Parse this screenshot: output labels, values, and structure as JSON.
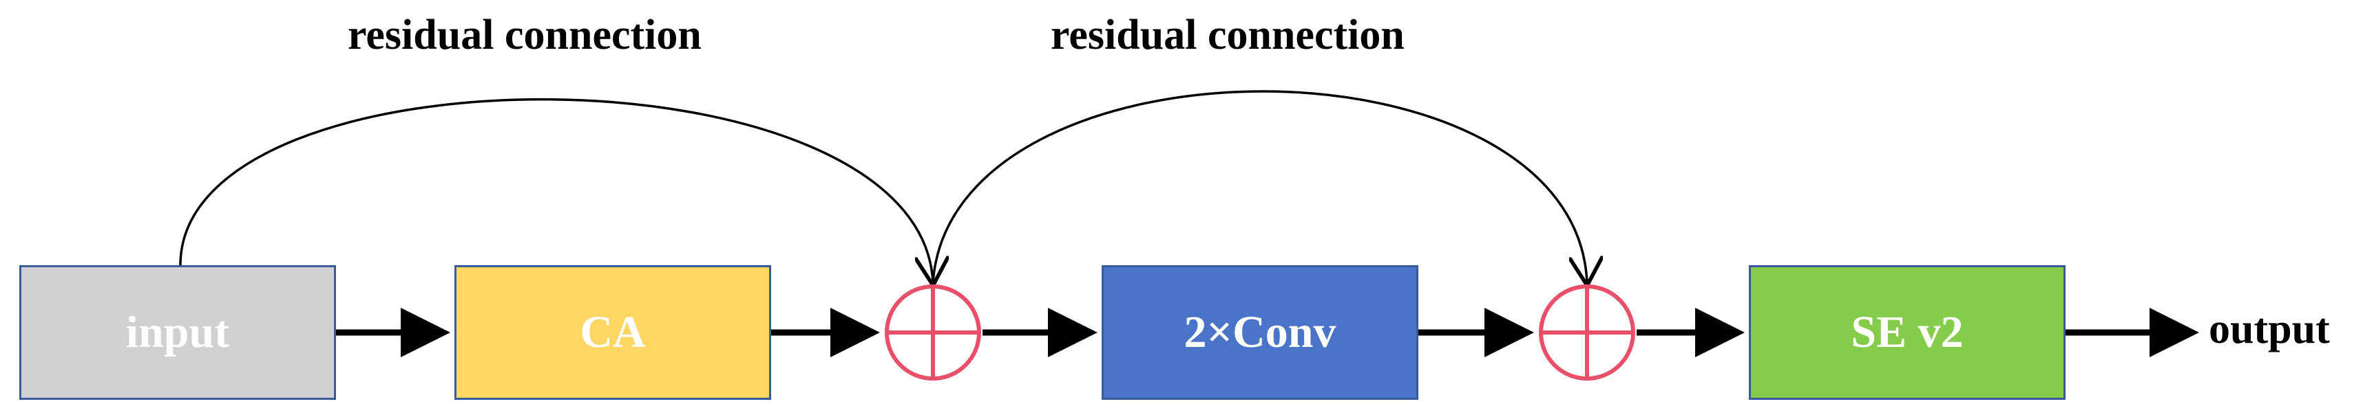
{
  "labels": {
    "residual_1": "residual connection",
    "residual_2": "residual connection",
    "output": "output"
  },
  "blocks": {
    "input": "input",
    "ca": "CA",
    "conv": "2×Conv",
    "se": "SE v2"
  },
  "colors": {
    "input_block": "#d1cfcf",
    "ca_block": "#fdd663",
    "conv_block": "#4a74c8",
    "se_block": "#84cc4a",
    "block_border": "#3a5a9a",
    "adder": "#e8506a",
    "arrow": "#000000"
  },
  "icons": {
    "adder": "circled-plus-icon"
  }
}
